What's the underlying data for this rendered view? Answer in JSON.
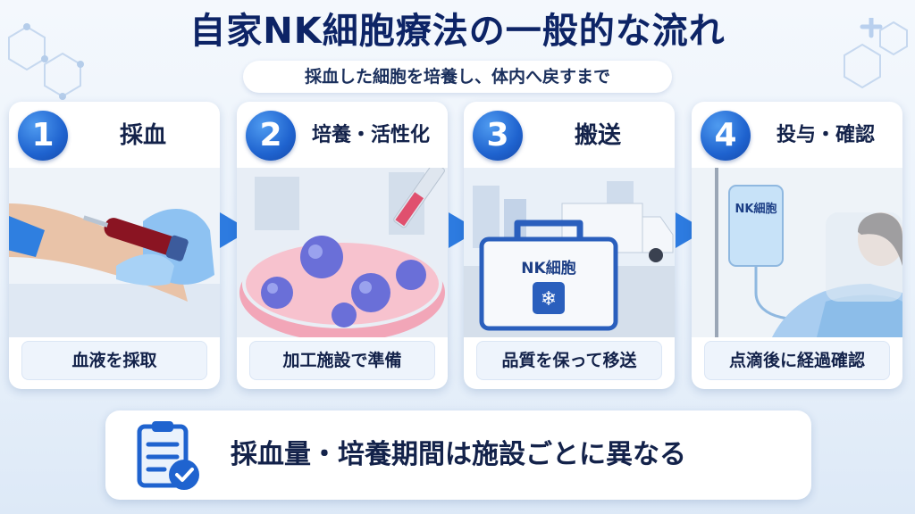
{
  "title": "自家NK細胞療法の一般的な流れ",
  "subtitle": "採血した細胞を培養し、体内へ戻すまで",
  "steps": [
    {
      "number": "1",
      "title": "採血",
      "caption": "血液を採取"
    },
    {
      "number": "2",
      "title": "培養・活性化",
      "caption": "加工施設で準備"
    },
    {
      "number": "3",
      "title": "搬送",
      "caption": "品質を保って移送",
      "box_label": "NK細胞"
    },
    {
      "number": "4",
      "title": "投与・確認",
      "caption": "点滴後に経過確認",
      "bag_label": "NK細胞"
    }
  ],
  "note": {
    "text": "採血量・培養期間は施設ごとに異なる",
    "icon": "clipboard-check-icon"
  },
  "colors": {
    "accent": "#1f63cf",
    "title": "#0d2466",
    "arrow": "#2d7be0"
  }
}
